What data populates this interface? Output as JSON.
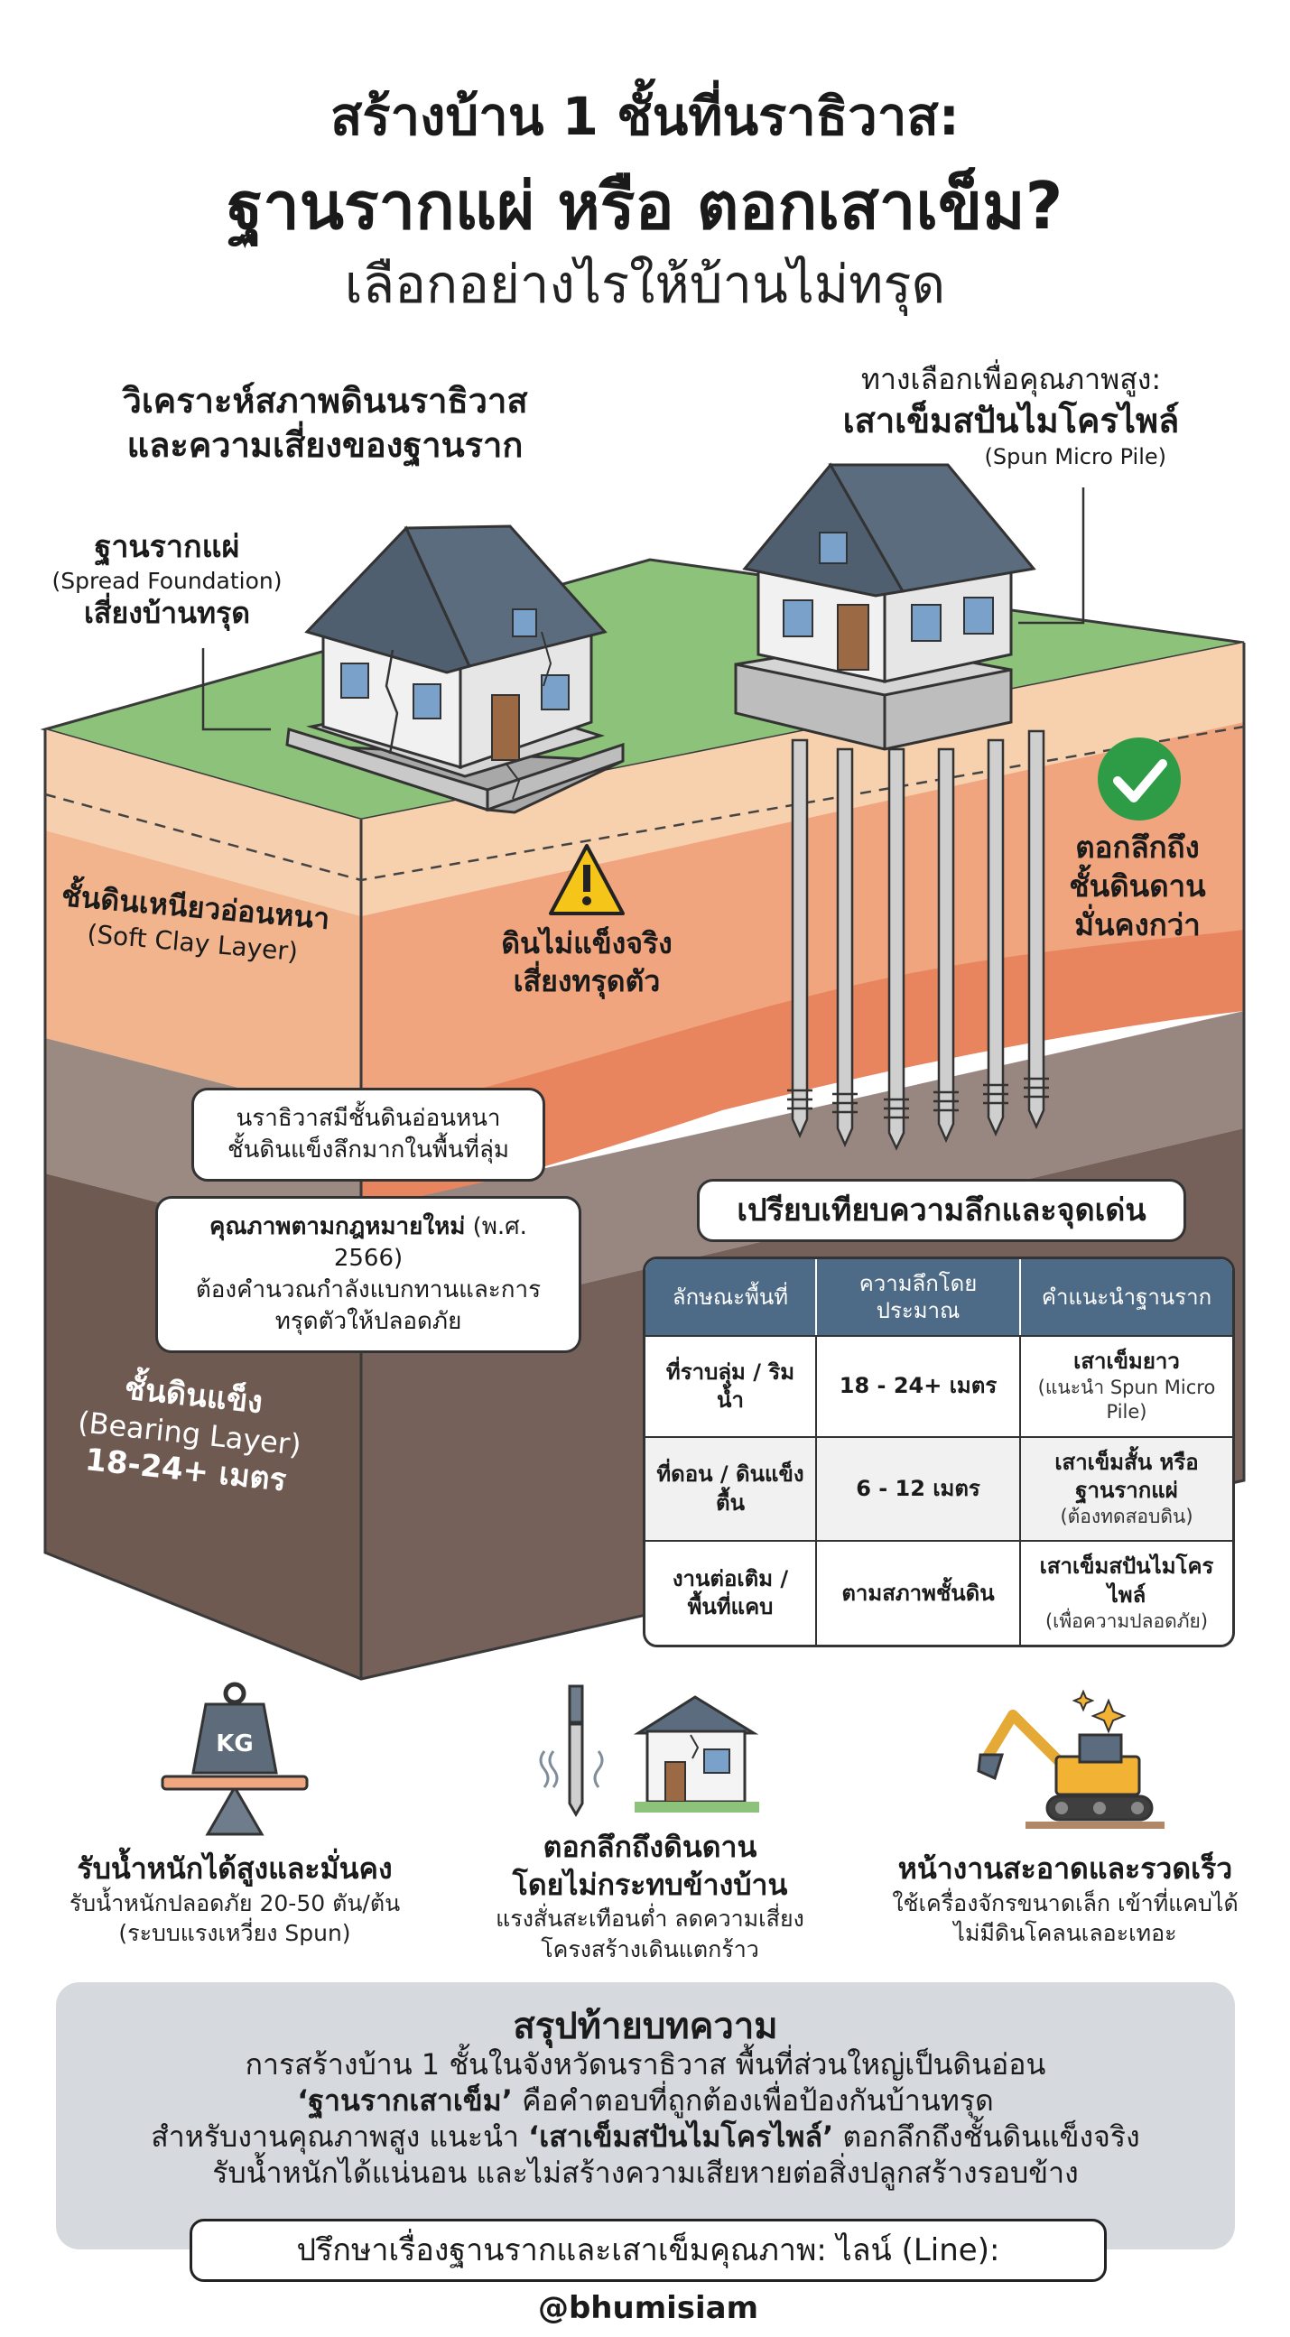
{
  "header": {
    "line1": "สร้างบ้าน 1 ชั้นที่นราธิวาส:",
    "line2": "ฐานรากแผ่ หรือ ตอกเสาเข็ม?",
    "line3": "เลือกอย่างไรให้บ้านไม่ทรุด"
  },
  "left_section": {
    "heading_1": "วิเคราะห์สภาพดินนราธิวาส",
    "heading_2": "และความเสี่ยงของฐานราก",
    "spread_title": "ฐานรากแผ่",
    "spread_en": "(Spread Foundation)",
    "spread_risk": "เสี่ยงบ้านทรุด"
  },
  "right_section": {
    "option_label": "ทางเลือกเพื่อคุณภาพสูง:",
    "pile_title": "เสาเข็มสปันไมโครไพล์",
    "pile_en": "(Spun Micro Pile)",
    "deep_1": "ตอกลึกถึง",
    "deep_2": "ชั้นดินดาน",
    "deep_3": "มั่นคงกว่า"
  },
  "soil": {
    "soft_th": "ชั้นดินเหนียวอ่อนหนา",
    "soft_en": "(Soft Clay Layer)",
    "warning_1": "ดินไม่แข็งจริง",
    "warning_2": "เสี่ยงทรุดตัว",
    "hard_th": "ชั้นดินแข็ง",
    "hard_en": "(Bearing Layer)",
    "hard_depth": "18-24+ เมตร"
  },
  "callouts": {
    "c1_line1": "นราธิวาสมีชั้นดินอ่อนหนา",
    "c1_line2": "ชั้นดินแข็งลึกมากในพื้นที่ลุ่ม",
    "c2_bold": "คุณภาพตามกฎหมายใหม่",
    "c2_year": " (พ.ศ. 2566)",
    "c2_line2": "ต้องคำนวณกำลังแบกทานและการ",
    "c2_line3": "ทรุดตัวให้ปลอดภัย"
  },
  "comparison": {
    "title": "เปรียบเทียบความลึกและจุดเด่น",
    "headers": [
      "ลักษณะพื้นที่",
      "ความลึกโดยประมาณ",
      "คำแนะนำฐานราก"
    ],
    "rows": [
      {
        "area": "ที่ราบลุ่ม / ริมน้ำ",
        "depth": "18 - 24+ เมตร",
        "rec": "เสาเข็มยาว",
        "note": "(แนะนำ Spun Micro Pile)"
      },
      {
        "area": "ที่ดอน / ดินแข็งตื้น",
        "depth": "6 - 12 เมตร",
        "rec": "เสาเข็มสั้น หรือฐานรากแผ่",
        "note": "(ต้องทดสอบดิน)"
      },
      {
        "area": "งานต่อเติม / พื้นที่แคบ",
        "depth": "ตามสภาพชั้นดิน",
        "rec": "เสาเข็มสปันไมโครไพล์",
        "note": "(เพื่อความปลอดภัย)"
      }
    ]
  },
  "features": [
    {
      "icon": "scale-kg-icon",
      "kg": "KG",
      "title": "รับน้ำหนักได้สูงและมั่นคง",
      "line1": "รับน้ำหนักปลอดภัย 20-50 ตัน/ต้น",
      "line2": "(ระบบแรงเหวี่ยง Spun)"
    },
    {
      "icon": "pile-driver-house-icon",
      "title_1": "ตอกลึกถึงดินดาน",
      "title_2": "โดยไม่กระทบข้างบ้าน",
      "line1": "แรงสั่นสะเทือนต่ำ ลดความเสี่ยง",
      "line2": "โครงสร้างเดินแตกร้าว"
    },
    {
      "icon": "excavator-icon",
      "title": "หน้างานสะอาดและรวดเร็ว",
      "line1": "ใช้เครื่องจักรขนาดเล็ก เข้าที่แคบได้",
      "line2": "ไม่มีดินโคลนเลอะเทอะ"
    }
  ],
  "summary": {
    "title": "สรุปท้ายบทความ",
    "line1": "การสร้างบ้าน 1 ชั้นในจังหวัดนราธิวาส พื้นที่ส่วนใหญ่เป็นดินอ่อน",
    "line2_bold": "‘ฐานรากเสาเข็ม’",
    "line2_rest": " คือคำตอบที่ถูกต้องเพื่อป้องกันบ้านทรุด",
    "line3_pre": "สำหรับงานคุณภาพสูง แนะนำ ",
    "line3_bold": "‘เสาเข็มสปันไมโครไพล์’",
    "line3_post": " ตอกลึกถึงชั้นดินแข็งจริง",
    "line4": "รับน้ำหนักได้แน่นอน และไม่สร้างความเสียหายต่อสิ่งปลูกสร้างรอบข้าง",
    "contact_pre": "ปรึกษาเรื่องฐานรากและเสาเข็มคุณภาพ: ไลน์ (Line): ",
    "contact_handle": "@bhumisiam"
  },
  "colors": {
    "grass": "#8cc279",
    "soft_clay_light": "#f6c9a7",
    "soft_clay_mid": "#ef9f78",
    "transition": "#8e7f77",
    "bearing": "#6f5a51",
    "warning": "#f6c51a",
    "check": "#2e9b46",
    "table_header": "#4d6a86"
  }
}
